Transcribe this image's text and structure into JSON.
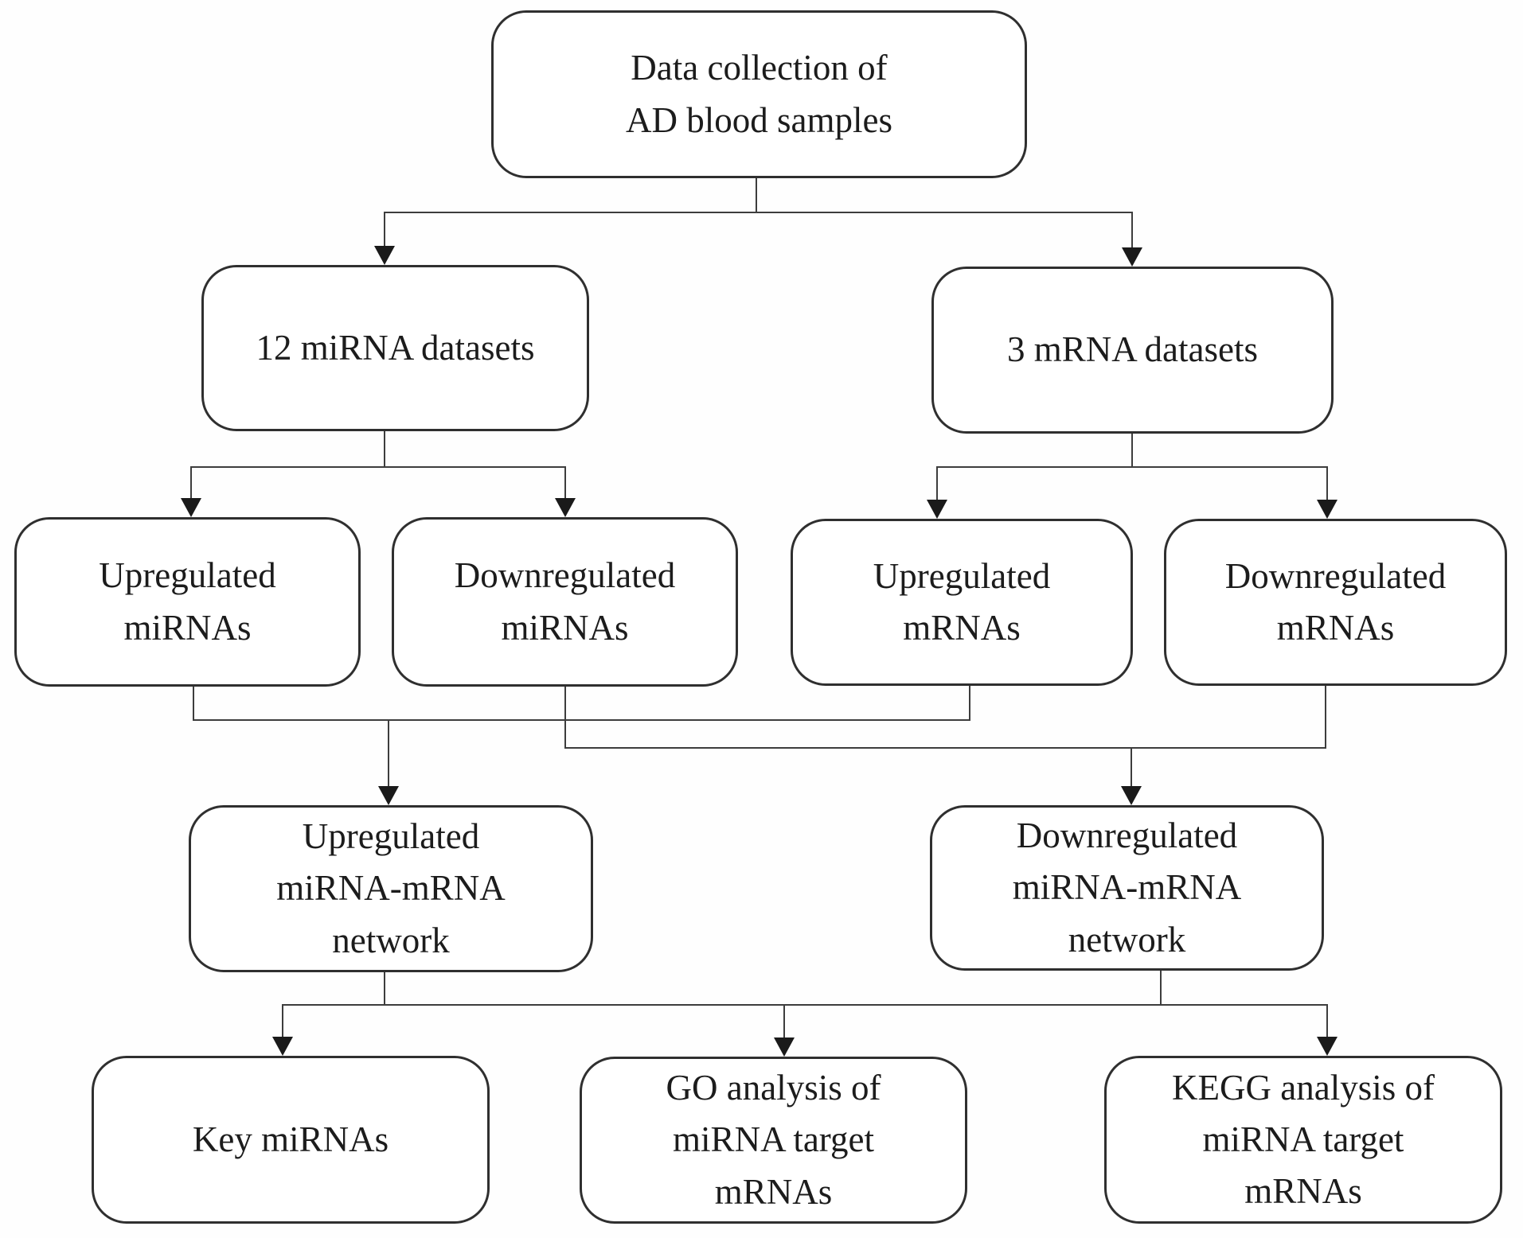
{
  "figure": {
    "background": "#fefefe",
    "box_fill": "#ffffff",
    "box_border_color": "#2f2f2f",
    "line_color": "#3d3d3d",
    "arrow_color": "#1a1a1a",
    "text_color": "#1c1c1c"
  },
  "nodes": {
    "data_collection": {
      "label": "Data collection of\nAD blood samples"
    },
    "mirna_datasets": {
      "label": "12 miRNA datasets"
    },
    "mrna_datasets": {
      "label": "3 mRNA datasets"
    },
    "up_mirnas": {
      "label": "Upregulated\nmiRNAs"
    },
    "down_mirnas": {
      "label": "Downregulated\nmiRNAs"
    },
    "up_mrnas": {
      "label": "Upregulated\nmRNAs"
    },
    "down_mrnas": {
      "label": "Downregulated\nmRNAs"
    },
    "up_network": {
      "label": "Upregulated\nmiRNA-mRNA\nnetwork"
    },
    "down_network": {
      "label": "Downregulated\nmiRNA-mRNA\nnetwork"
    },
    "key_mirnas": {
      "label": "Key miRNAs"
    },
    "go_analysis": {
      "label": "GO analysis of\nmiRNA target\nmRNAs"
    },
    "kegg_analysis": {
      "label": "KEGG analysis of\nmiRNA target\nmRNAs"
    }
  }
}
